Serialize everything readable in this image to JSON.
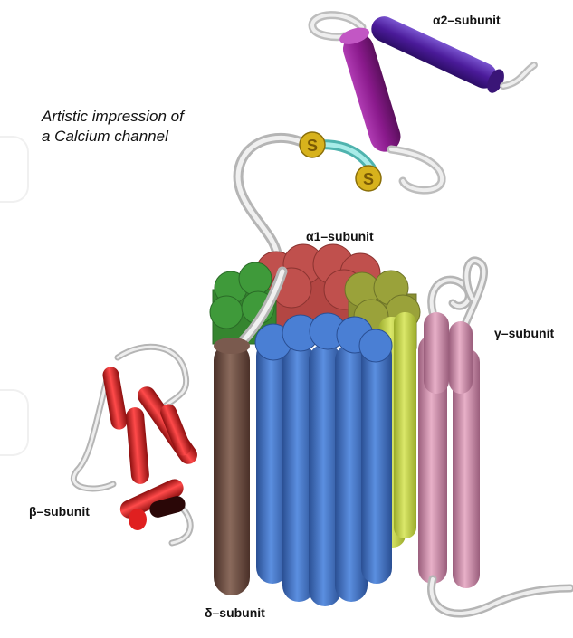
{
  "caption": {
    "line1": "Artistic impression of",
    "line2": "a Calcium channel"
  },
  "labels": {
    "alpha2": "α2–subunit",
    "alpha1": "α1–subunit",
    "gamma": "γ–subunit",
    "beta": "β–subunit",
    "delta": "δ–subunit"
  },
  "disulfide": {
    "s1": "S",
    "s2": "S"
  },
  "colors": {
    "alpha2_helix": "#4b1b9a",
    "alpha2_helix2": "#8a1a8c",
    "disulfide_bond": "#7fd6d2",
    "sulfur": "#d7b21c",
    "domain_red": "#c0504d",
    "domain_green": "#3f9a3a",
    "domain_olive": "#9aa23a",
    "domain_yellowgreen": "#c8d84a",
    "domain_blue": "#3f72c4",
    "delta": "#6b4a3e",
    "gamma": "#c88aa8",
    "beta": "#e01f1f",
    "loop": "#d9d9d9"
  }
}
